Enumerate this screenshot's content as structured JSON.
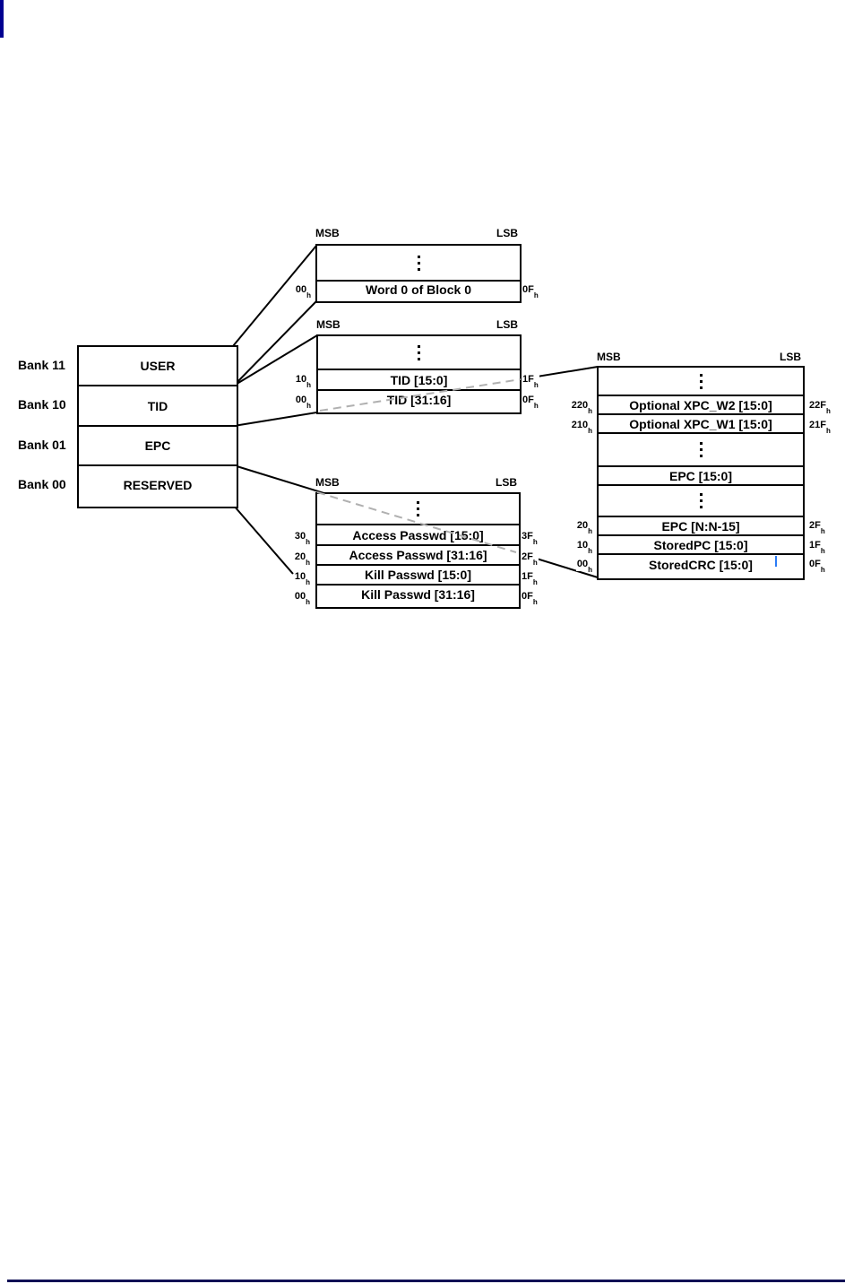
{
  "labels": {
    "msb": "MSB",
    "lsb": "LSB",
    "hex_subscript": "h"
  },
  "bank_stack": {
    "rows": [
      {
        "bank": "Bank 11",
        "name": "USER"
      },
      {
        "bank": "Bank 10",
        "name": "TID"
      },
      {
        "bank": "Bank 01",
        "name": "EPC"
      },
      {
        "bank": "Bank 00",
        "name": "RESERVED"
      }
    ]
  },
  "memory_boxes": {
    "user": {
      "rows": [
        {
          "ellipsis": true
        },
        {
          "label": "Word 0 of Block 0",
          "start": "00",
          "end": "0F"
        }
      ]
    },
    "tid": {
      "rows": [
        {
          "ellipsis": true
        },
        {
          "label": "TID [15:0]",
          "start": "10",
          "end": "1F"
        },
        {
          "label": "TID [31:16]",
          "start": "00",
          "end": "0F"
        }
      ]
    },
    "reserved": {
      "rows": [
        {
          "ellipsis": true
        },
        {
          "label": "Access Passwd [15:0]",
          "start": "30",
          "end": "3F"
        },
        {
          "label": "Access Passwd [31:16]",
          "start": "20",
          "end": "2F"
        },
        {
          "label": "Kill Passwd [15:0]",
          "start": "10",
          "end": "1F"
        },
        {
          "label": "Kill Passwd [31:16]",
          "start": "00",
          "end": "0F"
        }
      ]
    },
    "epc": {
      "rows": [
        {
          "ellipsis": true
        },
        {
          "label": "Optional XPC_W2 [15:0]",
          "start": "220",
          "end": "22F"
        },
        {
          "label": "Optional XPC_W1 [15:0]",
          "start": "210",
          "end": "21F"
        },
        {
          "ellipsis": true
        },
        {
          "label": "EPC [15:0]"
        },
        {
          "ellipsis": true
        },
        {
          "label": "EPC [N:N-15]",
          "start": "20",
          "end": "2F"
        },
        {
          "label": "StoredPC [15:0]",
          "start": "10",
          "end": "1F"
        },
        {
          "label": "StoredCRC [15:0]",
          "start": "00",
          "end": "0F"
        }
      ]
    }
  },
  "decorations": {
    "accent_bar_color": "#000091",
    "footer_rule_color": "#101055",
    "caret_color": "#2b7cf6",
    "line_color": "#000000",
    "dashed_line_color": "#b0b0b0"
  }
}
